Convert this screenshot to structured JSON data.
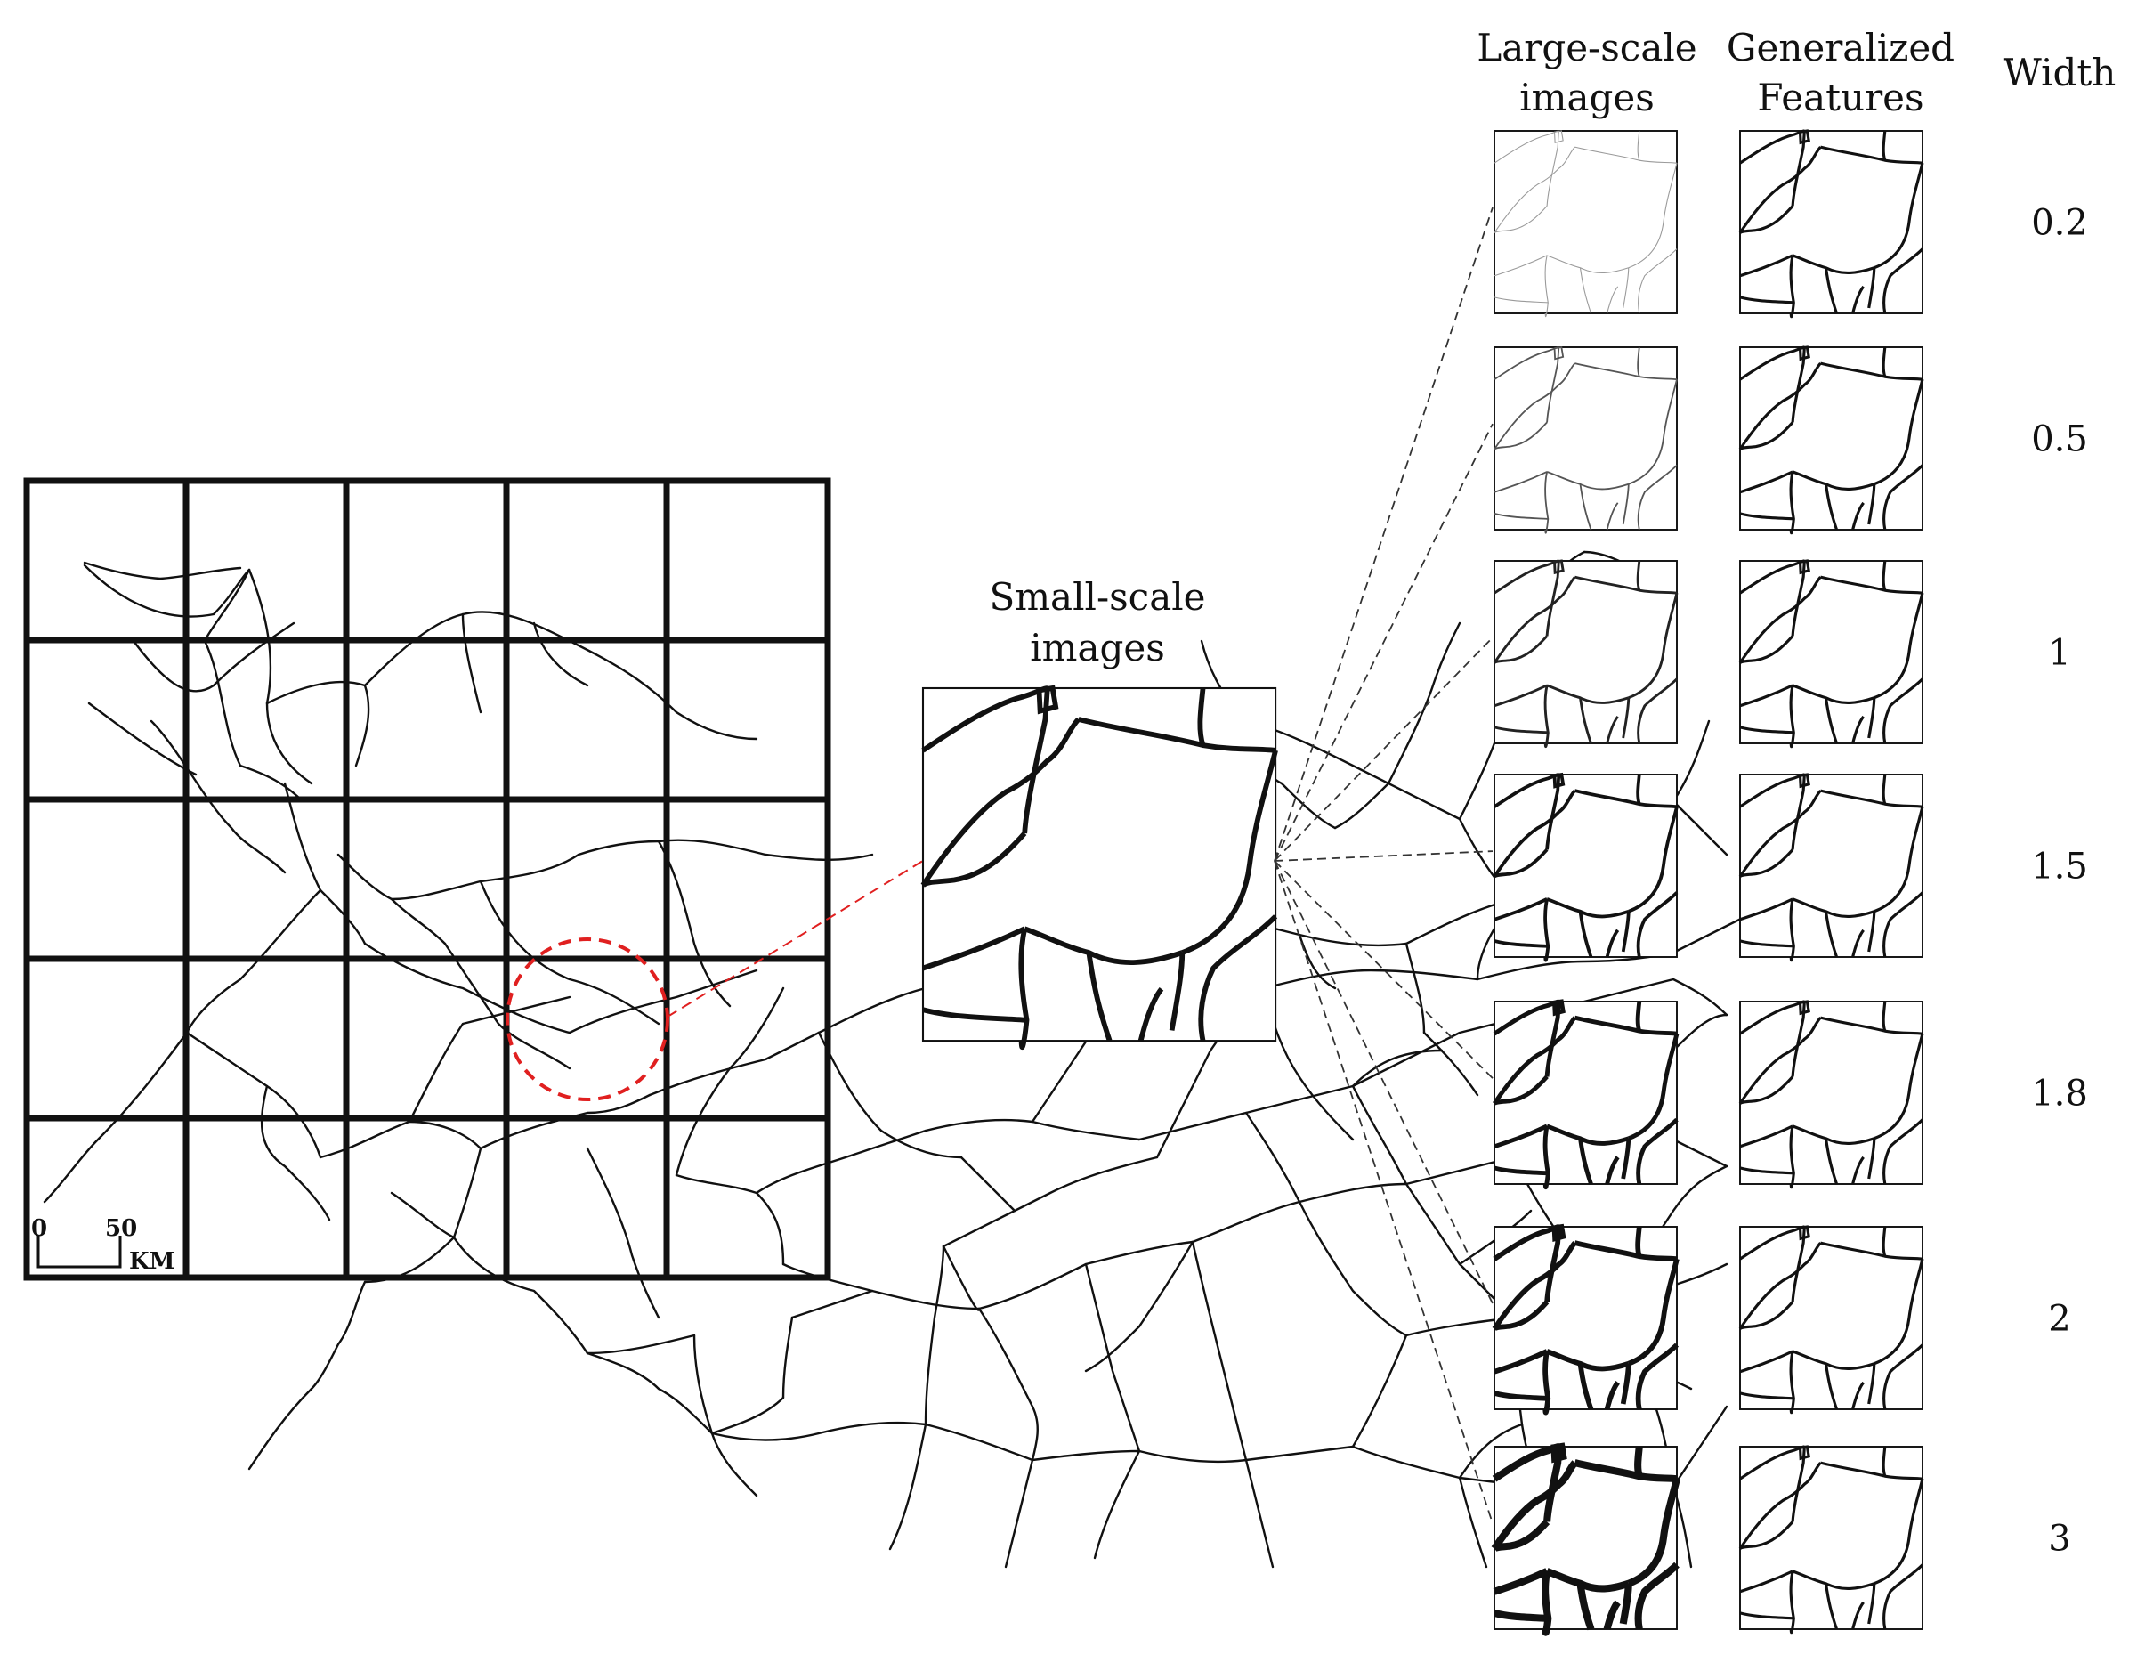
{
  "headers": {
    "large_scale": [
      "Large-scale",
      "images"
    ],
    "generalized": [
      "Generalized",
      "Features"
    ],
    "width": "Width",
    "small_scale": [
      "Small-scale",
      "images"
    ]
  },
  "scale_bar": {
    "zero": "0",
    "fifty": "50",
    "unit": "KM"
  },
  "widths": [
    "0.2",
    "0.5",
    "1",
    "1.5",
    "1.8",
    "2",
    "3"
  ],
  "colors": {
    "ink": "#111111",
    "highlight": "#e02020",
    "connector": "#333333"
  }
}
